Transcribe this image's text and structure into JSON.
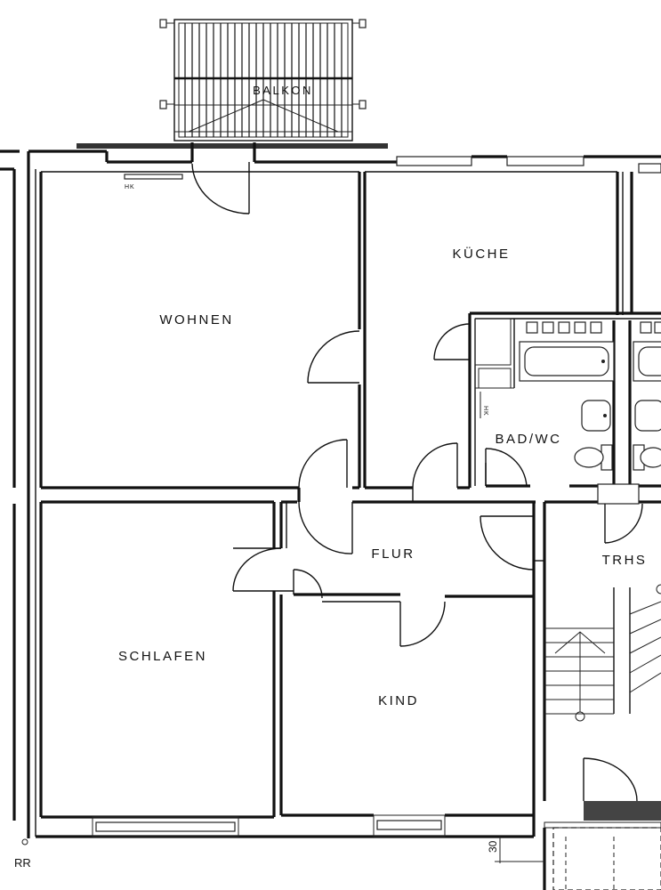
{
  "rooms": {
    "balkon": "BALKON",
    "wohnen": "WOHNEN",
    "kueche": "KÜCHE",
    "bad_wc": "BAD/WC",
    "flur": "FLUR",
    "trhs": "TRHS",
    "schlafen": "SCHLAFEN",
    "kind": "KIND"
  },
  "marks": {
    "heizkoerper_1": "HK",
    "heizkoerper_2": "HK",
    "corner_mark": "RR",
    "dimension": "30"
  }
}
